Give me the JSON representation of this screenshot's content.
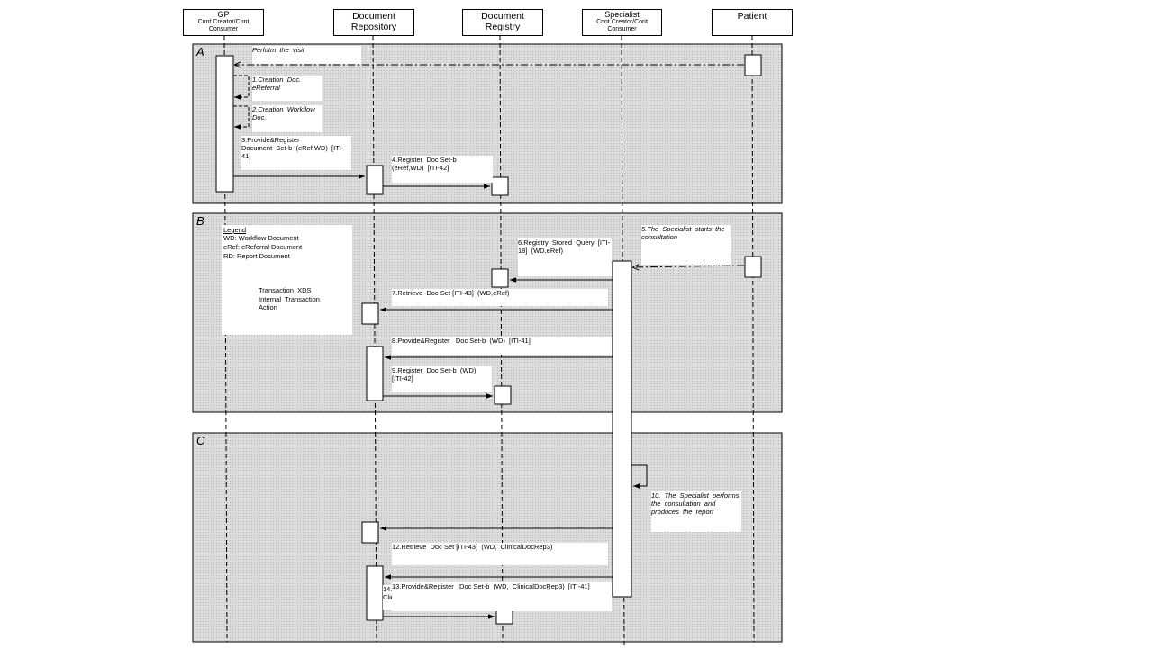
{
  "participants": [
    {
      "name": "GP",
      "subtitle": "Cont Creator/Cont\nConsumer"
    },
    {
      "name": "Document\nRepository",
      "subtitle": ""
    },
    {
      "name": "Document\nRegistry",
      "subtitle": ""
    },
    {
      "name": "Specialist",
      "subtitle": "Cont Creator/Cont\nConsumer"
    },
    {
      "name": "Patient",
      "subtitle": ""
    }
  ],
  "sections": {
    "a": "A",
    "b": "B",
    "c": "C"
  },
  "messages": {
    "m0": "Perfotm  the  visit",
    "m1": "1.Creation  Doc.\neReferral",
    "m2": "2.Creation  Workflow\nDoc.",
    "m3": "3.Provide&Register\nDocument  Set-b  (eRef,WD)  [ITI-\n41]",
    "m4": "4.Register  Doc Set-b\n(eRef,WD)  [ITI-42]",
    "m5": "5.The  Specialist  starts  the\nconsultation",
    "m6": "6.Registry  Stored  Query  [ITI-\n18]  (WD,eRef)",
    "m7": "7.Retrieve  Doc Set [ITI-43]  (WD,eRef)",
    "m8": "8.Provide&Register   Doc Set-b  (WD)  [ITI-41]",
    "m9": "9.Register  Doc Set-b  (WD)\n[ITI-42]",
    "m10": "10.  The  Specialist  performs\nthe  consultation  and\nproduces  the  report",
    "m12": "12.Retrieve  Doc Set [ITI-43]  (WD,  ClinicalDocRep3)",
    "m13": "13.Provide&Register   Doc Set-b  (WD,  ClinicalDocRep3)  [ITI-41]",
    "m14": "14.\nClin"
  },
  "legend": {
    "title": "Legend",
    "wd": "WD: Workflow Document",
    "eref": "eRef: eReferral Document",
    "rd": "RD: Report Document",
    "xds": "Transaction  XDS",
    "internal": "Internal  Transaction",
    "action": "Action"
  }
}
